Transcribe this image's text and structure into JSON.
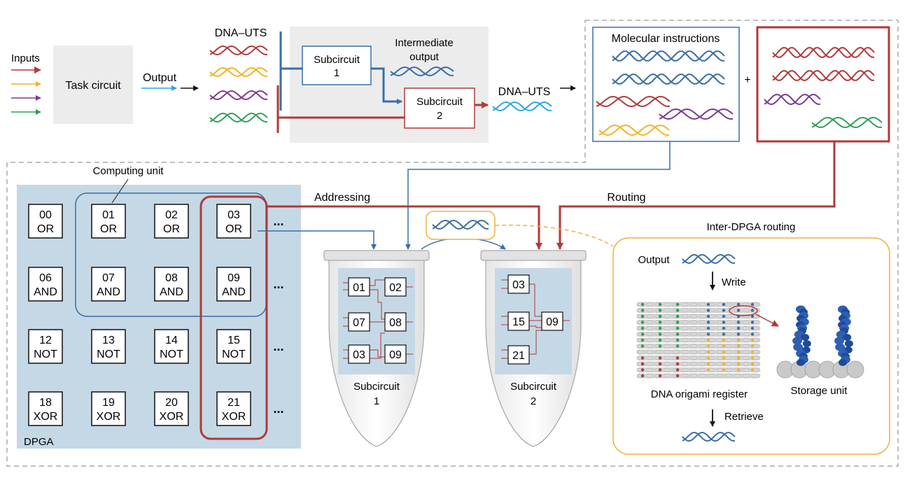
{
  "colors": {
    "red": "#b03a3a",
    "yellow": "#f0b429",
    "purple": "#7b3b8f",
    "green": "#2f9e5a",
    "blue": "#3a6ea5",
    "cyan": "#29a8e0",
    "orange": "#f0b040",
    "dpga_bg": "#c5d8e6",
    "gray_panel": "#ececec"
  },
  "top": {
    "inputs_label": "Inputs",
    "task_circuit": "Task circuit",
    "output_label": "Output",
    "dna_uts_left": "DNA–UTS",
    "subcircuit1": [
      "Subcircuit",
      "1"
    ],
    "intermediate_output": [
      "Intermediate",
      "output"
    ],
    "subcircuit2": [
      "Subcircuit",
      "2"
    ],
    "dna_uts_right": "DNA–UTS",
    "molecular_instructions": "Molecular instructions",
    "plus": "+"
  },
  "dpga": {
    "computing_unit_label": "Computing unit",
    "label": "DPGA",
    "ellipsis": "...",
    "cells": [
      [
        "00",
        "OR"
      ],
      [
        "01",
        "OR"
      ],
      [
        "02",
        "OR"
      ],
      [
        "03",
        "OR"
      ],
      [
        "06",
        "AND"
      ],
      [
        "07",
        "AND"
      ],
      [
        "08",
        "AND"
      ],
      [
        "09",
        "AND"
      ],
      [
        "12",
        "NOT"
      ],
      [
        "13",
        "NOT"
      ],
      [
        "14",
        "NOT"
      ],
      [
        "15",
        "NOT"
      ],
      [
        "18",
        "XOR"
      ],
      [
        "19",
        "XOR"
      ],
      [
        "20",
        "XOR"
      ],
      [
        "21",
        "XOR"
      ]
    ]
  },
  "middle": {
    "addressing": "Addressing",
    "routing": "Routing"
  },
  "tube1": {
    "cells": [
      "01",
      "02",
      "07",
      "08",
      "03",
      "09"
    ],
    "label": [
      "Subcircuit",
      "1"
    ]
  },
  "tube2": {
    "cells": [
      "03",
      "15",
      "09",
      "21"
    ],
    "label": [
      "Subcircuit",
      "2"
    ]
  },
  "inter": {
    "title": "Inter-DPGA routing",
    "output": "Output",
    "write": "Write",
    "origami": "DNA origami register",
    "storage": "Storage unit",
    "retrieve": "Retrieve"
  }
}
